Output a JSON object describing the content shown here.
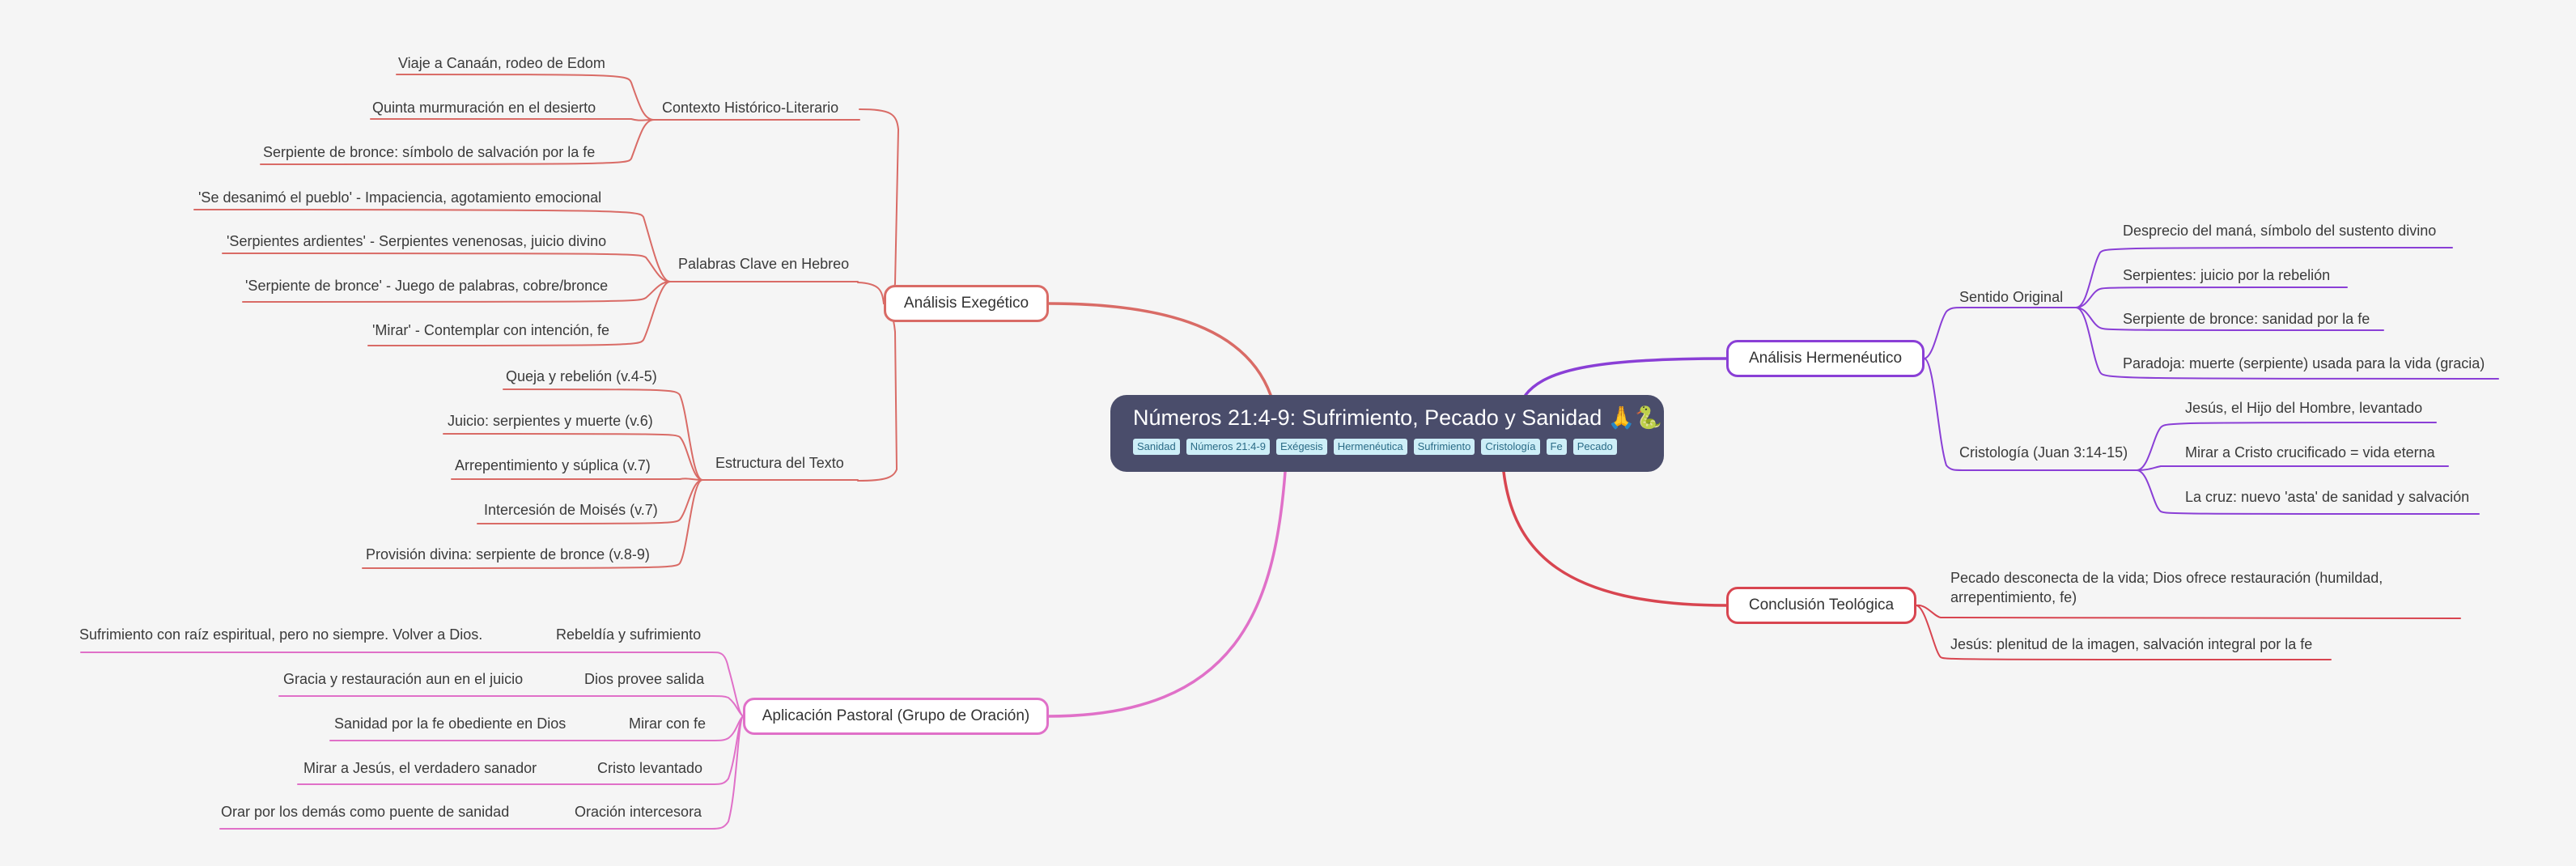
{
  "root": {
    "title": "Números 21:4-9: Sufrimiento, Pecado y Sanidad 🙏🐍",
    "tags": [
      "Sanidad",
      "Números 21:4-9",
      "Exégesis",
      "Hermenéutica",
      "Sufrimiento",
      "Cristología",
      "Fe",
      "Pecado"
    ]
  },
  "colors": {
    "exegetico": "#d96b66",
    "hermeneutico": "#8a3fd6",
    "conclusion": "#d84550",
    "pastoral": "#e070c8",
    "root_bg": "#4a4d6b",
    "tag_bg": "#cdeef7"
  },
  "exegetico": {
    "label": "Análisis Exegético",
    "contexto": {
      "label": "Contexto Histórico-Literario",
      "items": [
        "Viaje a Canaán, rodeo de Edom",
        "Quinta murmuración en el desierto",
        "Serpiente de bronce: símbolo de salvación por la fe"
      ]
    },
    "palabras": {
      "label": "Palabras Clave en Hebreo",
      "items": [
        "'Se desanimó el pueblo' - Impaciencia, agotamiento emocional",
        "'Serpientes ardientes' - Serpientes venenosas, juicio divino",
        "'Serpiente de bronce' - Juego de palabras, cobre/bronce",
        "'Mirar' - Contemplar con intención, fe"
      ]
    },
    "estructura": {
      "label": "Estructura del Texto",
      "items": [
        "Queja y rebelión (v.4-5)",
        "Juicio: serpientes y muerte (v.6)",
        "Arrepentimiento y súplica (v.7)",
        "Intercesión de Moisés (v.7)",
        "Provisión divina: serpiente de bronce (v.8-9)"
      ]
    }
  },
  "pastoral": {
    "label": "Aplicación Pastoral (Grupo de Oración)",
    "rows": [
      {
        "label": "Rebeldía y sufrimiento",
        "detail": "Sufrimiento con raíz espiritual, pero no siempre.  Volver a Dios."
      },
      {
        "label": "Dios provee salida",
        "detail": "Gracia y restauración aun en el juicio"
      },
      {
        "label": "Mirar con fe",
        "detail": "Sanidad por la fe obediente en Dios"
      },
      {
        "label": "Cristo levantado",
        "detail": "Mirar a Jesús, el verdadero sanador"
      },
      {
        "label": "Oración intercesora",
        "detail": "Orar por los demás como puente de sanidad"
      }
    ]
  },
  "hermeneutico": {
    "label": "Análisis Hermenéutico",
    "sentido": {
      "label": "Sentido Original",
      "items": [
        "Desprecio del maná, símbolo del sustento divino",
        "Serpientes: juicio por la rebelión",
        "Serpiente de bronce: sanidad por la fe",
        "Paradoja: muerte (serpiente) usada para la vida (gracia)"
      ]
    },
    "cristologia": {
      "label": "Cristología (Juan 3:14-15)",
      "items": [
        "Jesús, el Hijo del Hombre, levantado",
        "Mirar a Cristo crucificado = vida eterna",
        "La cruz: nuevo 'asta' de sanidad y salvación"
      ]
    }
  },
  "conclusion": {
    "label": "Conclusión Teológica",
    "items": [
      "Pecado desconecta de la vida; Dios ofrece restauración (humildad, arrepentimiento, fe)",
      "Jesús: plenitud de la imagen, salvación integral por la fe"
    ]
  }
}
